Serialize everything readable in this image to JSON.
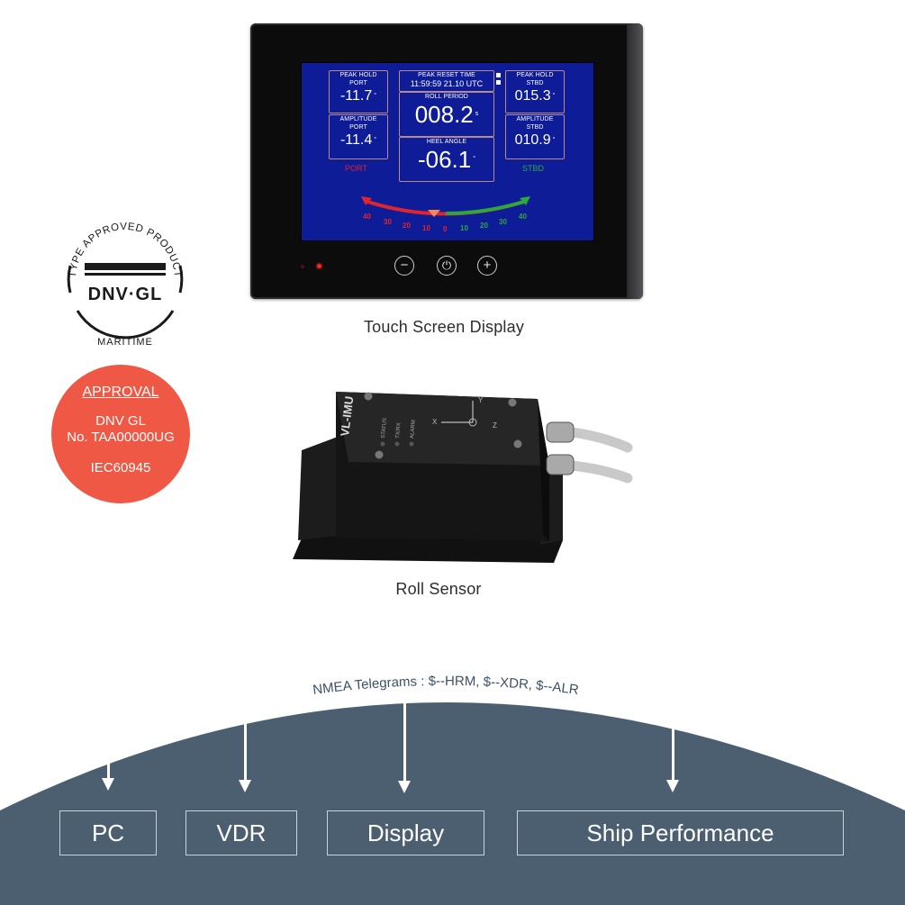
{
  "display": {
    "peak_reset": {
      "label": "PEAK RESET TIME",
      "value": "11:59:59 21.10 UTC"
    },
    "peak_hold_port": {
      "label_line1": "PEAK HOLD",
      "label_line2": "PORT",
      "value": "-11.7",
      "unit": "°"
    },
    "amplitude_port": {
      "label_line1": "AMPLITUDE",
      "label_line2": "PORT",
      "value": "-11.4",
      "unit": "°"
    },
    "peak_hold_stbd": {
      "label_line1": "PEAK HOLD",
      "label_line2": "STBD",
      "value": "015.3",
      "unit": "°"
    },
    "amplitude_stbd": {
      "label_line1": "AMPLITUDE",
      "label_line2": "STBD",
      "value": "010.9",
      "unit": "°"
    },
    "roll_period": {
      "label": "ROLL PERIOD",
      "value": "008.2",
      "unit": "s"
    },
    "heel_angle": {
      "label": "HEEL ANGLE",
      "value": "-06.1",
      "unit": "°"
    },
    "port_label": "PORT",
    "stbd_label": "STBD",
    "scale_port": [
      "40",
      "30",
      "20",
      "10"
    ],
    "scale_zero": "0",
    "scale_stbd": [
      "10",
      "20",
      "30",
      "40"
    ],
    "buttons": {
      "minus": "−",
      "power": "⏻",
      "plus": "+"
    },
    "colors": {
      "screen": "#0f1c98",
      "port": "#e0262b",
      "stbd": "#2fa83a"
    }
  },
  "captions": {
    "display": "Touch Screen Display",
    "sensor": "Roll Sensor"
  },
  "dnv_badge": {
    "arc_text": "TYPE APPROVED PRODUCT",
    "brand": "DNV·GL",
    "bottom": "MARITIME"
  },
  "approval": {
    "title": "APPROVAL",
    "line1": "DNV GL",
    "line2": "No. TAA00000UG",
    "line3": "IEC60945",
    "color": "#ef5844"
  },
  "sensor": {
    "brand": "VL-IMU",
    "leds": [
      "STATUS",
      "TX/RX",
      "ALARM"
    ],
    "axes": {
      "x": "X",
      "y": "Y",
      "z": "Z"
    }
  },
  "diagram": {
    "telegram": "NMEA Telegrams : $--HRM, $--XDR, $--ALR",
    "destinations": [
      "PC",
      "VDR",
      "Display",
      "Ship Performance"
    ],
    "arch_color": "#4b5f71"
  }
}
